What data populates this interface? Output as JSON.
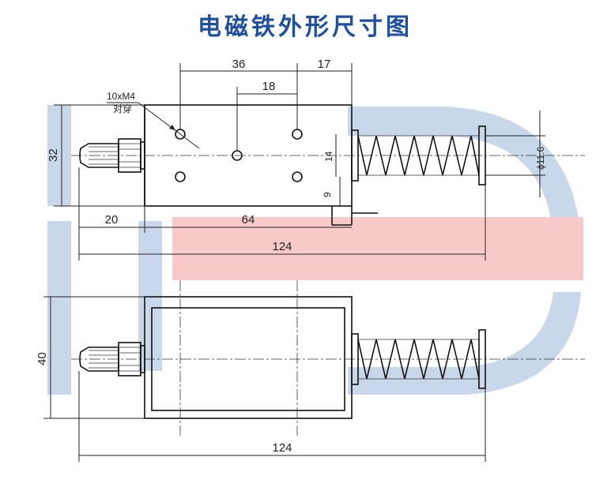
{
  "title": "电磁铁外形尺寸图",
  "colors": {
    "title": "#1f4fa0",
    "watermark_blue": "#c9d7ea",
    "watermark_red": "#f7c9c9",
    "line": "#222222"
  },
  "top_view": {
    "dims": {
      "hole_spacing_wide": "36",
      "end_to_body": "17",
      "hole_spacing_narrow": "18",
      "hole_callout_line1": "10xM4",
      "hole_callout_line2": "对穿",
      "height": "32",
      "hole_vertical": "14",
      "offset_small": "9",
      "plunger_diameter": "ϕ11.6",
      "stroke_extension": "20",
      "body_length": "64",
      "overall_length": "124"
    }
  },
  "side_view": {
    "dims": {
      "height": "40",
      "overall_length": "124"
    }
  }
}
